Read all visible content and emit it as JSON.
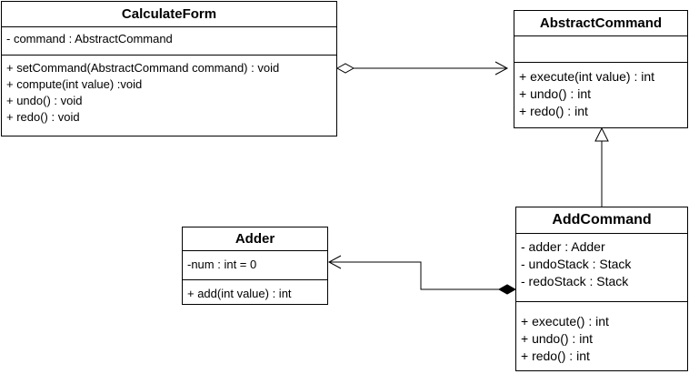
{
  "classes": {
    "calculate_form": {
      "name": "CalculateForm",
      "attributes": [
        "- command : AbstractCommand"
      ],
      "operations": [
        "+ setCommand(AbstractCommand command) : void",
        "+ compute(int value) :void",
        "+ undo() : void",
        "+ redo() : void"
      ]
    },
    "abstract_command": {
      "name": "AbstractCommand",
      "attributes": [],
      "operations": [
        "+ execute(int value) : int",
        "+ undo() : int",
        "+ redo() : int"
      ]
    },
    "adder": {
      "name": "Adder",
      "attributes": [
        "-num : int = 0"
      ],
      "operations": [
        "+ add(int value) : int"
      ]
    },
    "add_command": {
      "name": "AddCommand",
      "attributes": [
        "- adder : Adder",
        "- undoStack : Stack",
        "- redoStack : Stack"
      ],
      "operations": [
        "+ execute() : int",
        "+ undo() : int",
        "+ redo() : int"
      ]
    }
  },
  "relationships": [
    {
      "type": "aggregation",
      "from": "CalculateForm",
      "to": "AbstractCommand"
    },
    {
      "type": "generalization",
      "from": "AddCommand",
      "to": "AbstractCommand"
    },
    {
      "type": "composition",
      "from": "AddCommand",
      "to": "Adder"
    }
  ]
}
